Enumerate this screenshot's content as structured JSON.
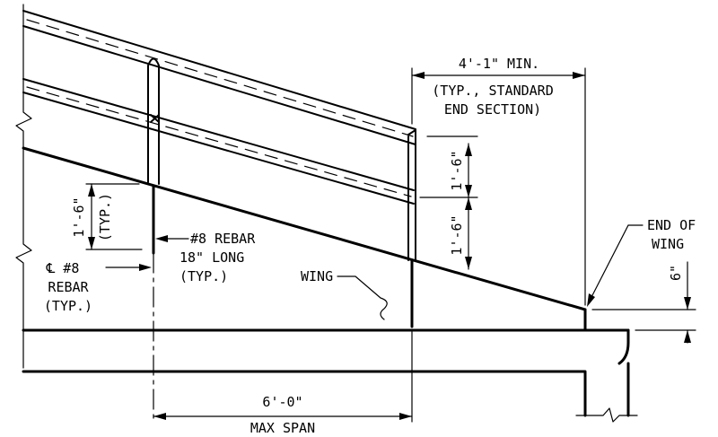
{
  "labels": {
    "min_length": "4'-1\" MIN.",
    "typ_standard": "(TYP., STANDARD",
    "end_section": "END SECTION)",
    "dim_upper": "1'-6\"",
    "dim_lower": "1'-6\"",
    "dim_left": "1'-6\"",
    "typ_left": "(TYP.)",
    "rebar_line1": "#8 REBAR",
    "rebar_line2": "18\" LONG",
    "rebar_line3": "(TYP.)",
    "cl_line1": "℄ #8",
    "cl_line2": "REBAR",
    "cl_line3": "(TYP.)",
    "wing": "WING",
    "end_of": "END OF",
    "end_wing": "WING",
    "dim_six_in": "6\"",
    "span_value": "6'-0\"",
    "span_label": "MAX SPAN"
  },
  "colors": {
    "ink": "#000000",
    "background": "#ffffff"
  }
}
